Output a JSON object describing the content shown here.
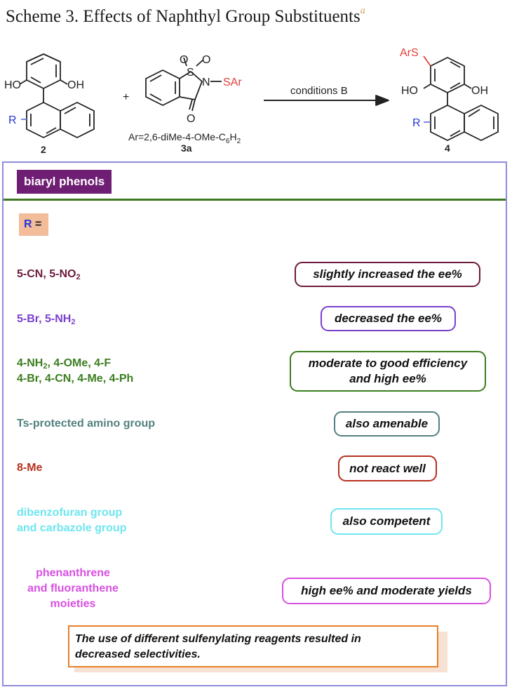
{
  "scheme": {
    "title": "Scheme 3. Effects of Naphthyl Group Substituents",
    "title_note_mark": "a",
    "labels": {
      "ho_left": "HO",
      "oh_right": "OH",
      "r": "R",
      "compound2": "2",
      "plus": "+",
      "o_top_left": "O",
      "o_top_right": "O",
      "s": "S",
      "n_sar": "N",
      "sar": "SAr",
      "o_bottom": "O",
      "ar_def": "Ar=2,6-diMe-4-OMe-C",
      "ar_sub": "6",
      "ar_end": "H",
      "ar_sub2": "2",
      "compound3a": "3a",
      "conditions": "conditions B",
      "ars": "ArS",
      "ho_prod": "HO",
      "oh_prod": "OH",
      "r_prod": "R",
      "compound4": "4"
    }
  },
  "panel": {
    "tag": "biaryl phenols",
    "r_label": "R",
    "r_eq": "="
  },
  "colors": {
    "dark_red": "#6b1b3c",
    "purple": "#7b3fd0",
    "green": "#3a7d1e",
    "teal": "#52807f",
    "red": "#b7301e",
    "cyan": "#6ee6ee",
    "magenta": "#d84fe2",
    "orange": "#e5802a",
    "border_blue": "#8f8bdc",
    "heteroatom_red": "#e0403a",
    "r_blue": "#2336d8"
  },
  "rows": [
    {
      "sub_a": "5-CN, 5-NO",
      "sub_a_sub": "2",
      "effect": "slightly increased the ee%"
    },
    {
      "sub_a": "5-Br, 5-NH",
      "sub_a_sub": "2",
      "effect": "decreased the ee%"
    },
    {
      "sub_a": "4-NH",
      "sub_a_sub": "2",
      "sub_a_rest": ", 4-OMe, 4-F",
      "sub_b": "4-Br, 4-CN, 4-Me, 4-Ph",
      "effect_1": "moderate to good efficiency",
      "effect_2": "and high ee%"
    },
    {
      "sub_a": "Ts-protected amino group",
      "effect": "also amenable"
    },
    {
      "sub_a": "8-Me",
      "effect": "not react well"
    },
    {
      "sub_a": "dibenzofuran group",
      "sub_b": "and carbazole group",
      "effect": "also competent"
    },
    {
      "sub_a": "phenanthrene",
      "sub_b": "and fluoranthene",
      "sub_c": "moieties",
      "effect": "high ee% and moderate yields"
    }
  ],
  "note": {
    "line1": "The use of different sulfenylating reagents resulted in",
    "line2": "decreased selectivities."
  }
}
